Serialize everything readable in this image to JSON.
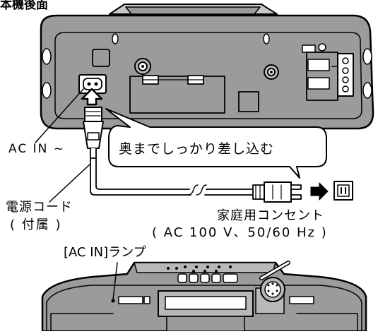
{
  "section_title": "本機後面",
  "labels": {
    "ac_in": "AC IN ~",
    "instruction": "奥までしっかり差し込む",
    "power_cord": "電源コード",
    "power_cord_note": "( 付属 )",
    "household_outlet": "家庭用コンセント",
    "outlet_spec": "( AC 100 V、50/60 Hz )",
    "ac_in_lamp": "[AC IN]ランプ"
  },
  "colors": {
    "device_body": "#9b9b9b",
    "device_dark": "#6e6e6e",
    "line": "#000000",
    "panel_light": "#b8b8b8"
  }
}
